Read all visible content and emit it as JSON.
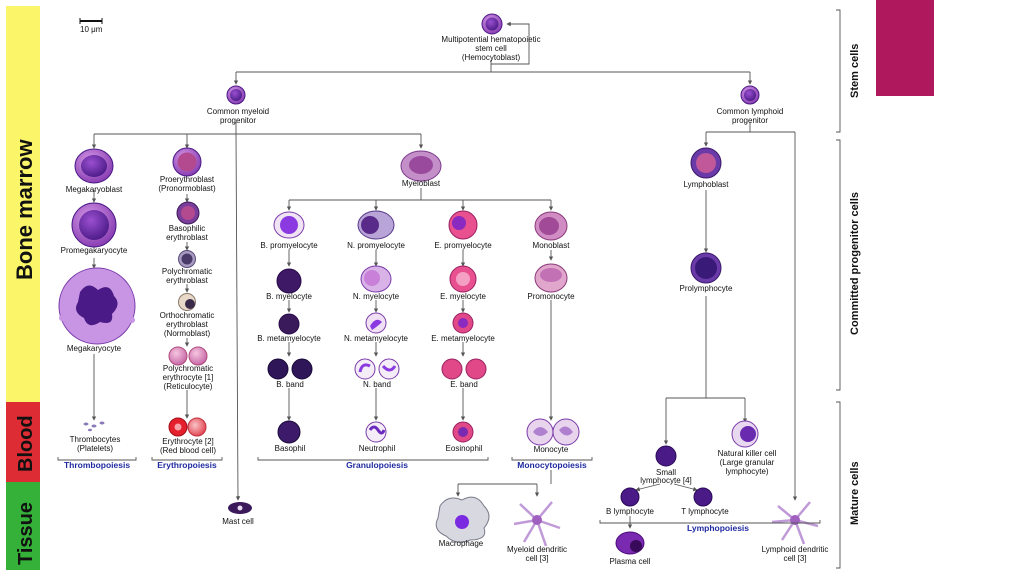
{
  "scale_bar": "10 μm",
  "bands": {
    "bone_marrow": "Bone marrow",
    "blood": "Blood",
    "tissue": "Tissue",
    "colors": {
      "bone_marrow": "#fbf56a",
      "blood": "#dd2c33",
      "tissue": "#35b038"
    }
  },
  "side_labels": {
    "stem": "Stem cells",
    "committed": "Committed progenitor cells",
    "mature": "Mature cells"
  },
  "accent_color": "#b0185e",
  "stem": [
    "Multipotential hematopoietic",
    "stem cell",
    "(Hemocytoblast)"
  ],
  "myeloid": [
    "Common myeloid",
    "progenitor"
  ],
  "lymphoid": [
    "Common lymphoid",
    "progenitor"
  ],
  "mega": {
    "megakaryoblast": "Megakaryoblast",
    "promegakaryocyte": "Promegakaryocyte",
    "megakaryocyte": "Megakaryocyte",
    "thrombocytes": [
      "Thrombocytes",
      "(Platelets)"
    ]
  },
  "ery": {
    "proerythroblast": [
      "Proerythroblast",
      "(Pronormoblast)"
    ],
    "basophilic": [
      "Basophilic",
      "erythroblast"
    ],
    "polychromatic": [
      "Polychromatic",
      "erythroblast"
    ],
    "orthochromatic": [
      "Orthochromatic",
      "erythroblast",
      "(Normoblast)"
    ],
    "reticulocyte": [
      "Polychromatic",
      "erythrocyte [1]",
      "(Reticulocyte)"
    ],
    "erythrocyte": [
      "Erythrocyte [2]",
      "(Red blood cell)"
    ]
  },
  "myeloblast": "Myeloblast",
  "baso": {
    "promyelocyte": "B. promyelocyte",
    "myelocyte": "B. myelocyte",
    "metamyelocyte": "B. metamyelocyte",
    "band": "B. band",
    "mature": "Basophil"
  },
  "neut": {
    "promyelocyte": "N. promyelocyte",
    "myelocyte": "N. myelocyte",
    "metamyelocyte": "N. metamyelocyte",
    "band": "N. band",
    "mature": "Neutrophil"
  },
  "eos": {
    "promyelocyte": "E. promyelocyte",
    "myelocyte": "E. myelocyte",
    "metamyelocyte": "E. metamyelocyte",
    "band": "E. band",
    "mature": "Eosinophil"
  },
  "mono": {
    "monoblast": "Monoblast",
    "promonocyte": "Promonocyte",
    "monocyte": "Monocyte"
  },
  "lymph": {
    "lymphoblast": "Lymphoblast",
    "prolymphocyte": "Prolymphocyte",
    "small": [
      "Small",
      "lymphocyte [4]"
    ],
    "nk": [
      "Natural killer cell",
      "(Large granular",
      "lymphocyte)"
    ],
    "b": "B lymphocyte",
    "t": "T lymphocyte",
    "plasma": "Plasma cell",
    "lymphoid_dc": [
      "Lymphoid dendritic",
      "cell [3]"
    ]
  },
  "tissue": {
    "mast": "Mast cell",
    "macrophage": "Macrophage",
    "myeloid_dc": [
      "Myeloid dendritic",
      "cell [3]"
    ]
  },
  "processes": {
    "thrombopoiesis": "Thrombopoiesis",
    "erythropoiesis": "Erythropoiesis",
    "granulopoiesis": "Granulopoiesis",
    "monocytopoiesis": "Monocytopoiesis",
    "lymphopoiesis": "Lymphopoiesis"
  }
}
